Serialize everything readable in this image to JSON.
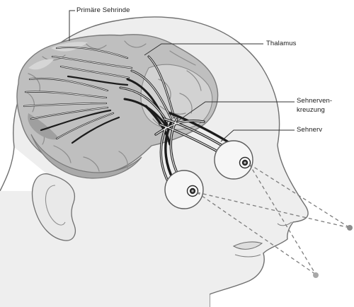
{
  "labels": {
    "primary_visual_cortex": "Primäre Sehrinde",
    "thalamus": "Thalamus",
    "optic_chiasm_line1": "Sehnerven-",
    "optic_chiasm_line2": "kreuzung",
    "optic_nerve": "Sehnerv"
  },
  "colors": {
    "skin_fill": "#eeeeee",
    "outline": "#6f6f6f",
    "brain_fill": "#bfbfbf",
    "brain_light": "#d9d9d9",
    "tract_dark": "#1c1c1c",
    "tract_light": "#f4f4f4",
    "sight_line": "#7d7d7d",
    "target_point": "#9a9a9a"
  }
}
